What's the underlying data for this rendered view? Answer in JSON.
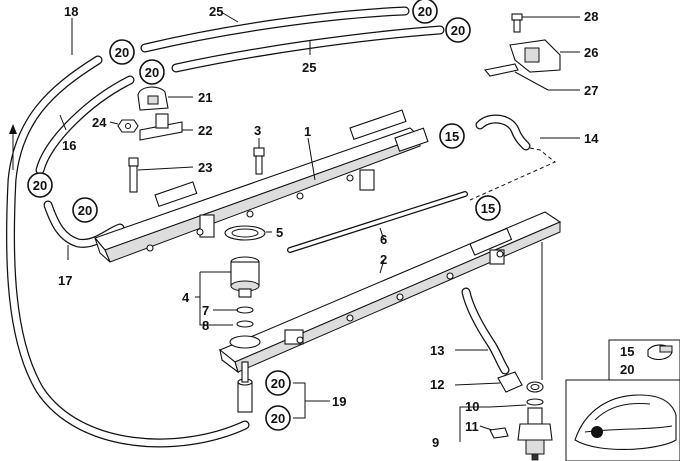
{
  "callouts": {
    "c1": "1",
    "c2": "2",
    "c3": "3",
    "c4": "4",
    "c5": "5",
    "c6": "6",
    "c7": "7",
    "c8": "8",
    "c9": "9",
    "c10": "10",
    "c11": "11",
    "c12": "12",
    "c13": "13",
    "c14": "14",
    "c16": "16",
    "c17": "17",
    "c18": "18",
    "c19": "19",
    "c21": "21",
    "c22": "22",
    "c23": "23",
    "c24": "24",
    "c25a": "25",
    "c25b": "25",
    "c26": "26",
    "c27": "27",
    "c28": "28"
  },
  "circles": {
    "r1": "20",
    "r2": "20",
    "r3": "20",
    "r4": "20",
    "r5": "20",
    "r6": "20",
    "r7": "20",
    "r8": "20",
    "r9": "15",
    "r10": "15"
  },
  "inset": {
    "top": "15",
    "bottom": "20"
  }
}
